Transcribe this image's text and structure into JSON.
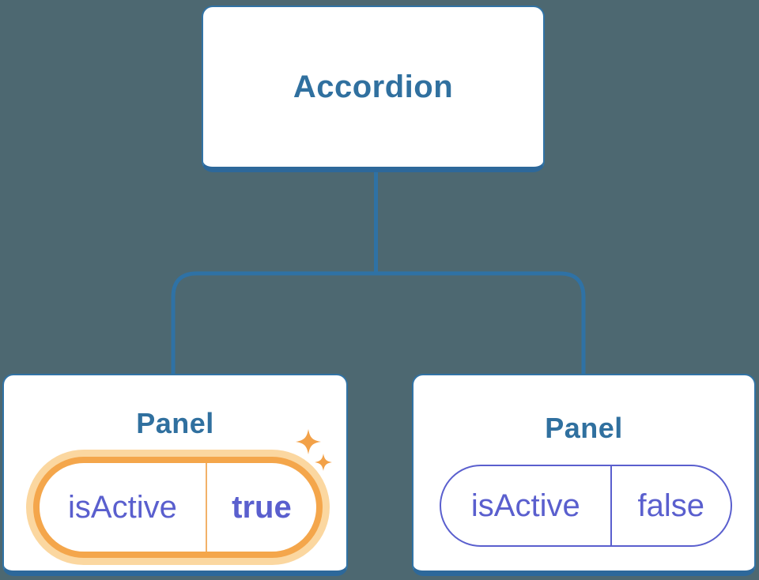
{
  "colors": {
    "background": "#4d6871",
    "node_border_blue": "#3173a5",
    "node_text_blue": "#30709f",
    "connector_blue": "#2f72a5",
    "state_purple": "#5a5fce",
    "highlight_orange": "#f4a64b",
    "highlight_halo": "#fbd7a0",
    "sparkle_orange": "#f2a148"
  },
  "tree": {
    "root": {
      "label": "Accordion"
    },
    "children": [
      {
        "title": "Panel",
        "state": {
          "name": "isActive",
          "value": "true"
        },
        "highlighted": true,
        "sparkles": true
      },
      {
        "title": "Panel",
        "state": {
          "name": "isActive",
          "value": "false"
        },
        "highlighted": false,
        "sparkles": false
      }
    ]
  }
}
